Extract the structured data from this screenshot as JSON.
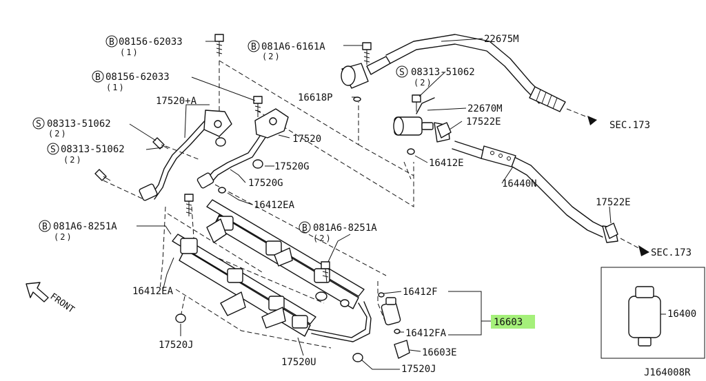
{
  "labels": {
    "bolt_b_08156_top": {
      "code": "08156-62033",
      "qty": "(1)",
      "prefix": "B"
    },
    "bolt_b_08156_mid": {
      "code": "08156-62033",
      "qty": "(1)",
      "prefix": "B"
    },
    "bolt_b_081a6_6161a": {
      "code": "081A6-6161A",
      "qty": "(2)",
      "prefix": "B"
    },
    "screw_s_08313_a": {
      "code": "08313-51062",
      "qty": "(2)",
      "prefix": "S"
    },
    "screw_s_08313_b": {
      "code": "08313-51062",
      "qty": "(2)",
      "prefix": "S"
    },
    "screw_s_08313_c": {
      "code": "08313-51062",
      "qty": "(2)",
      "prefix": "S"
    },
    "bolt_b_081a6_8251a_left": {
      "code": "081A6-8251A",
      "qty": "(2)",
      "prefix": "B"
    },
    "bolt_b_081a6_8251a_right": {
      "code": "081A6-8251A",
      "qty": "(2)",
      "prefix": "B"
    }
  },
  "parts": {
    "p17520_plus_a": "17520+A",
    "p17520": "17520",
    "p17520g_a": "17520G",
    "p17520g_b": "17520G",
    "p16618p": "16618P",
    "p22675m": "22675M",
    "p22670m": "22670M",
    "p17522e_a": "17522E",
    "p17522e_b": "17522E",
    "p16412e": "16412E",
    "p16440n": "16440N",
    "p16412ea_a": "16412EA",
    "p16412ea_b": "16412EA",
    "p16412f": "16412F",
    "p16412fa": "16412FA",
    "p16603": "16603",
    "p16603e": "16603E",
    "p17520j_a": "17520J",
    "p17520j_b": "17520J",
    "p17520u": "17520U",
    "p16400": "16400"
  },
  "sec_a": "SEC.173",
  "sec_b": "SEC.173",
  "front": "FRONT",
  "diagram_id": "J164008R",
  "colors": {
    "highlight": "#a5f07a",
    "line": "#111111",
    "background": "#ffffff"
  }
}
